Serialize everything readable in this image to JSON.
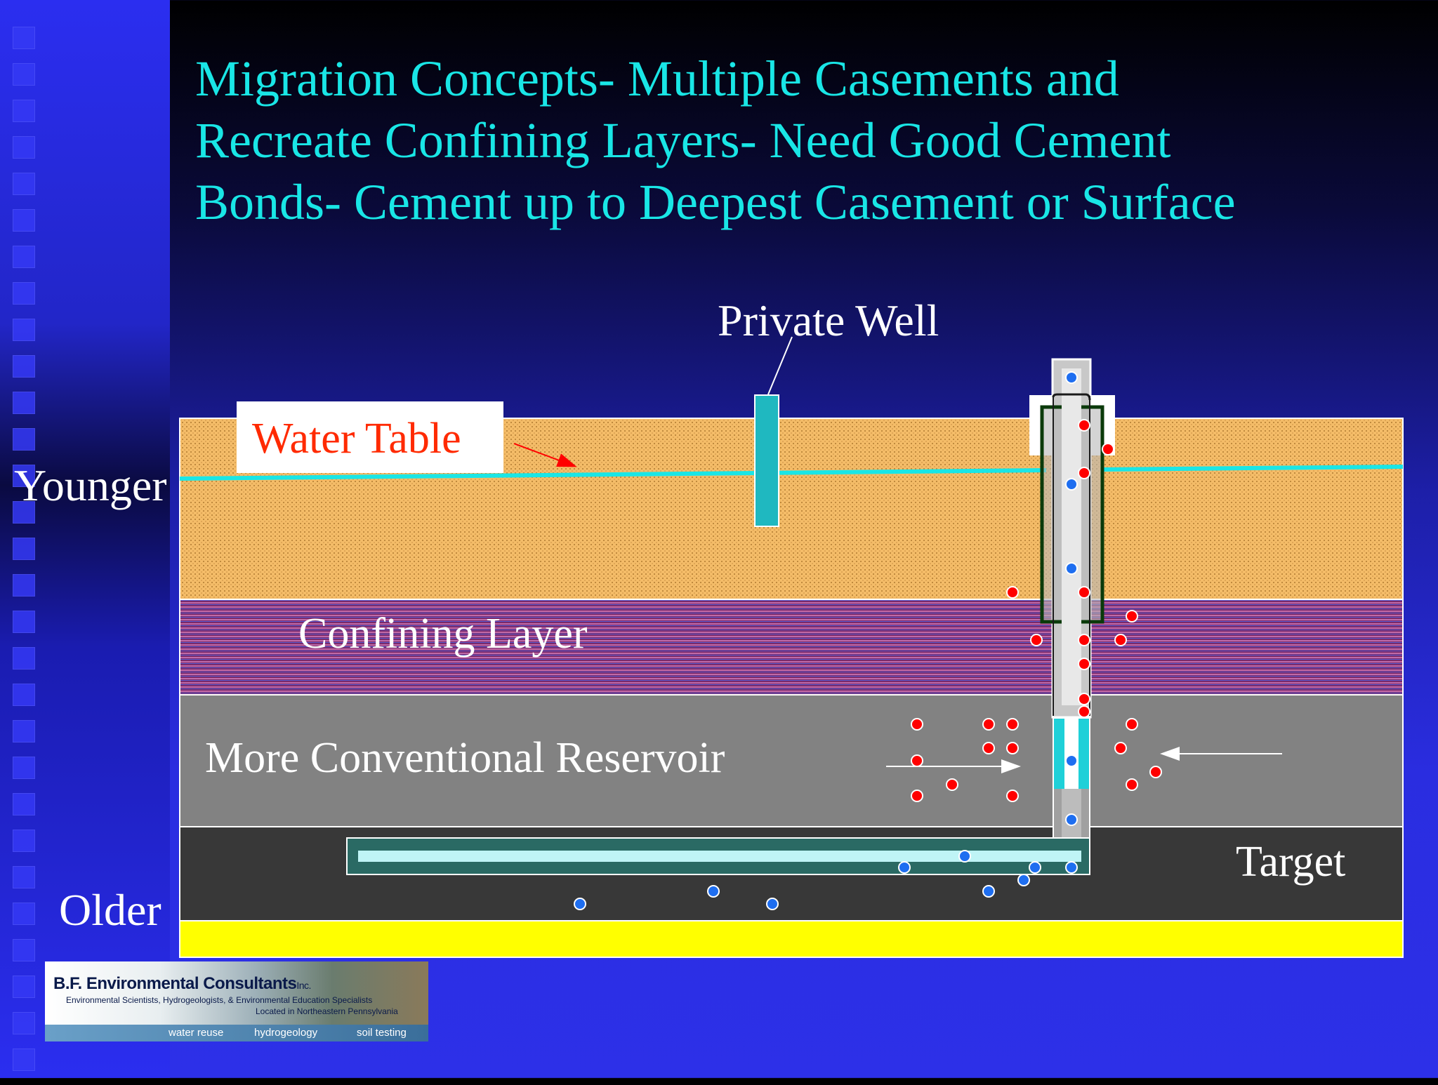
{
  "slide": {
    "title_lines": [
      "Migration Concepts- Multiple Casements and",
      "Recreate Confining Layers- Need Good Cement",
      "Bonds- Cement up to Deepest Casement or Surface"
    ]
  },
  "diagram": {
    "private_well_label": "Private Well",
    "water_table_label": "Water Table",
    "younger_label": "Younger",
    "older_label": "Older",
    "confining_layer_label": "Confining Layer",
    "reservoir_label": "More Conventional  Reservoir",
    "target_label": "Target"
  },
  "logo": {
    "name": "B.F. Environmental Consultants",
    "suffix": "Inc.",
    "tagline": "Environmental Scientists, Hydrogeologists, & Environmental Education Specialists",
    "location": "Located in Northeastern Pennsylvania",
    "services": [
      "water reuse",
      "hydrogeology",
      "soil testing"
    ]
  },
  "colors": {
    "title": "#19e6e6",
    "sand": "#f2b45c",
    "confining": "#8a3a78",
    "reservoir": "#828282",
    "target": "#383838",
    "basement": "#ffff00",
    "water_table": "#19e6e6",
    "gas_particle": "#ff0000",
    "water_particle": "#1e6ef0"
  }
}
